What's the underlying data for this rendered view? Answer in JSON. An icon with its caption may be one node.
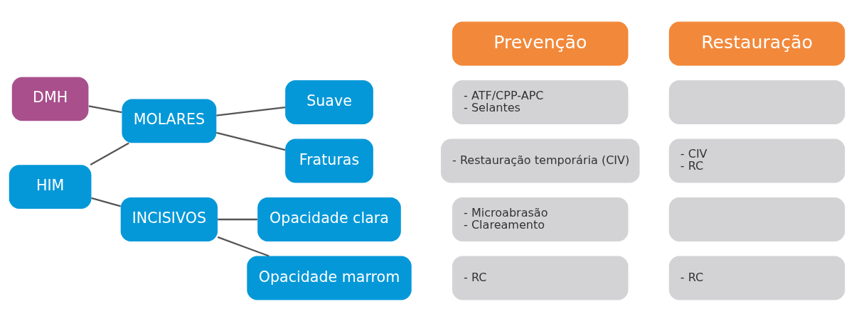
{
  "diagram": {
    "nodes": [
      {
        "text": [
          "DMH"
        ]
      },
      {
        "text": [
          "HIM"
        ]
      },
      {
        "text": [
          "MOLARES"
        ]
      },
      {
        "text": [
          "INCISIVOS"
        ]
      },
      {
        "text": [
          "Suave"
        ]
      },
      {
        "text": [
          "Fraturas"
        ]
      },
      {
        "text": [
          "Opacidade clara"
        ]
      },
      {
        "text": [
          "Opacidade marrom"
        ]
      },
      {
        "text": [
          "Prevenção"
        ]
      },
      {
        "text": [
          "Restauração"
        ]
      },
      {
        "text": [
          "- ATF/CPP-APC",
          "- Selantes"
        ]
      },
      {
        "text": [],
        "shape": "box"
      },
      {
        "text": [
          "- Restauração temporária (CIV)"
        ]
      },
      {
        "text": [
          "- CIV",
          "- RC"
        ]
      },
      {
        "text": [
          "- Microabrasão",
          "- Clareamento"
        ]
      },
      {
        "text": [],
        "shape": "box"
      },
      {
        "text": [
          "- RC"
        ]
      },
      {
        "text": [
          "- RC"
        ]
      }
    ],
    "edges": [
      {
        "from": 0,
        "to": 2,
        "arrow": "none"
      },
      {
        "from": 1,
        "to": 2,
        "arrow": "none"
      },
      {
        "from": 1,
        "to": 3,
        "arrow": "none"
      },
      {
        "from": 2,
        "to": 4,
        "arrow": "none"
      },
      {
        "from": 2,
        "to": 5,
        "arrow": "none"
      },
      {
        "from": 3,
        "to": 6,
        "arrow": "none"
      },
      {
        "from": 3,
        "to": 7,
        "arrow": "none"
      }
    ]
  }
}
